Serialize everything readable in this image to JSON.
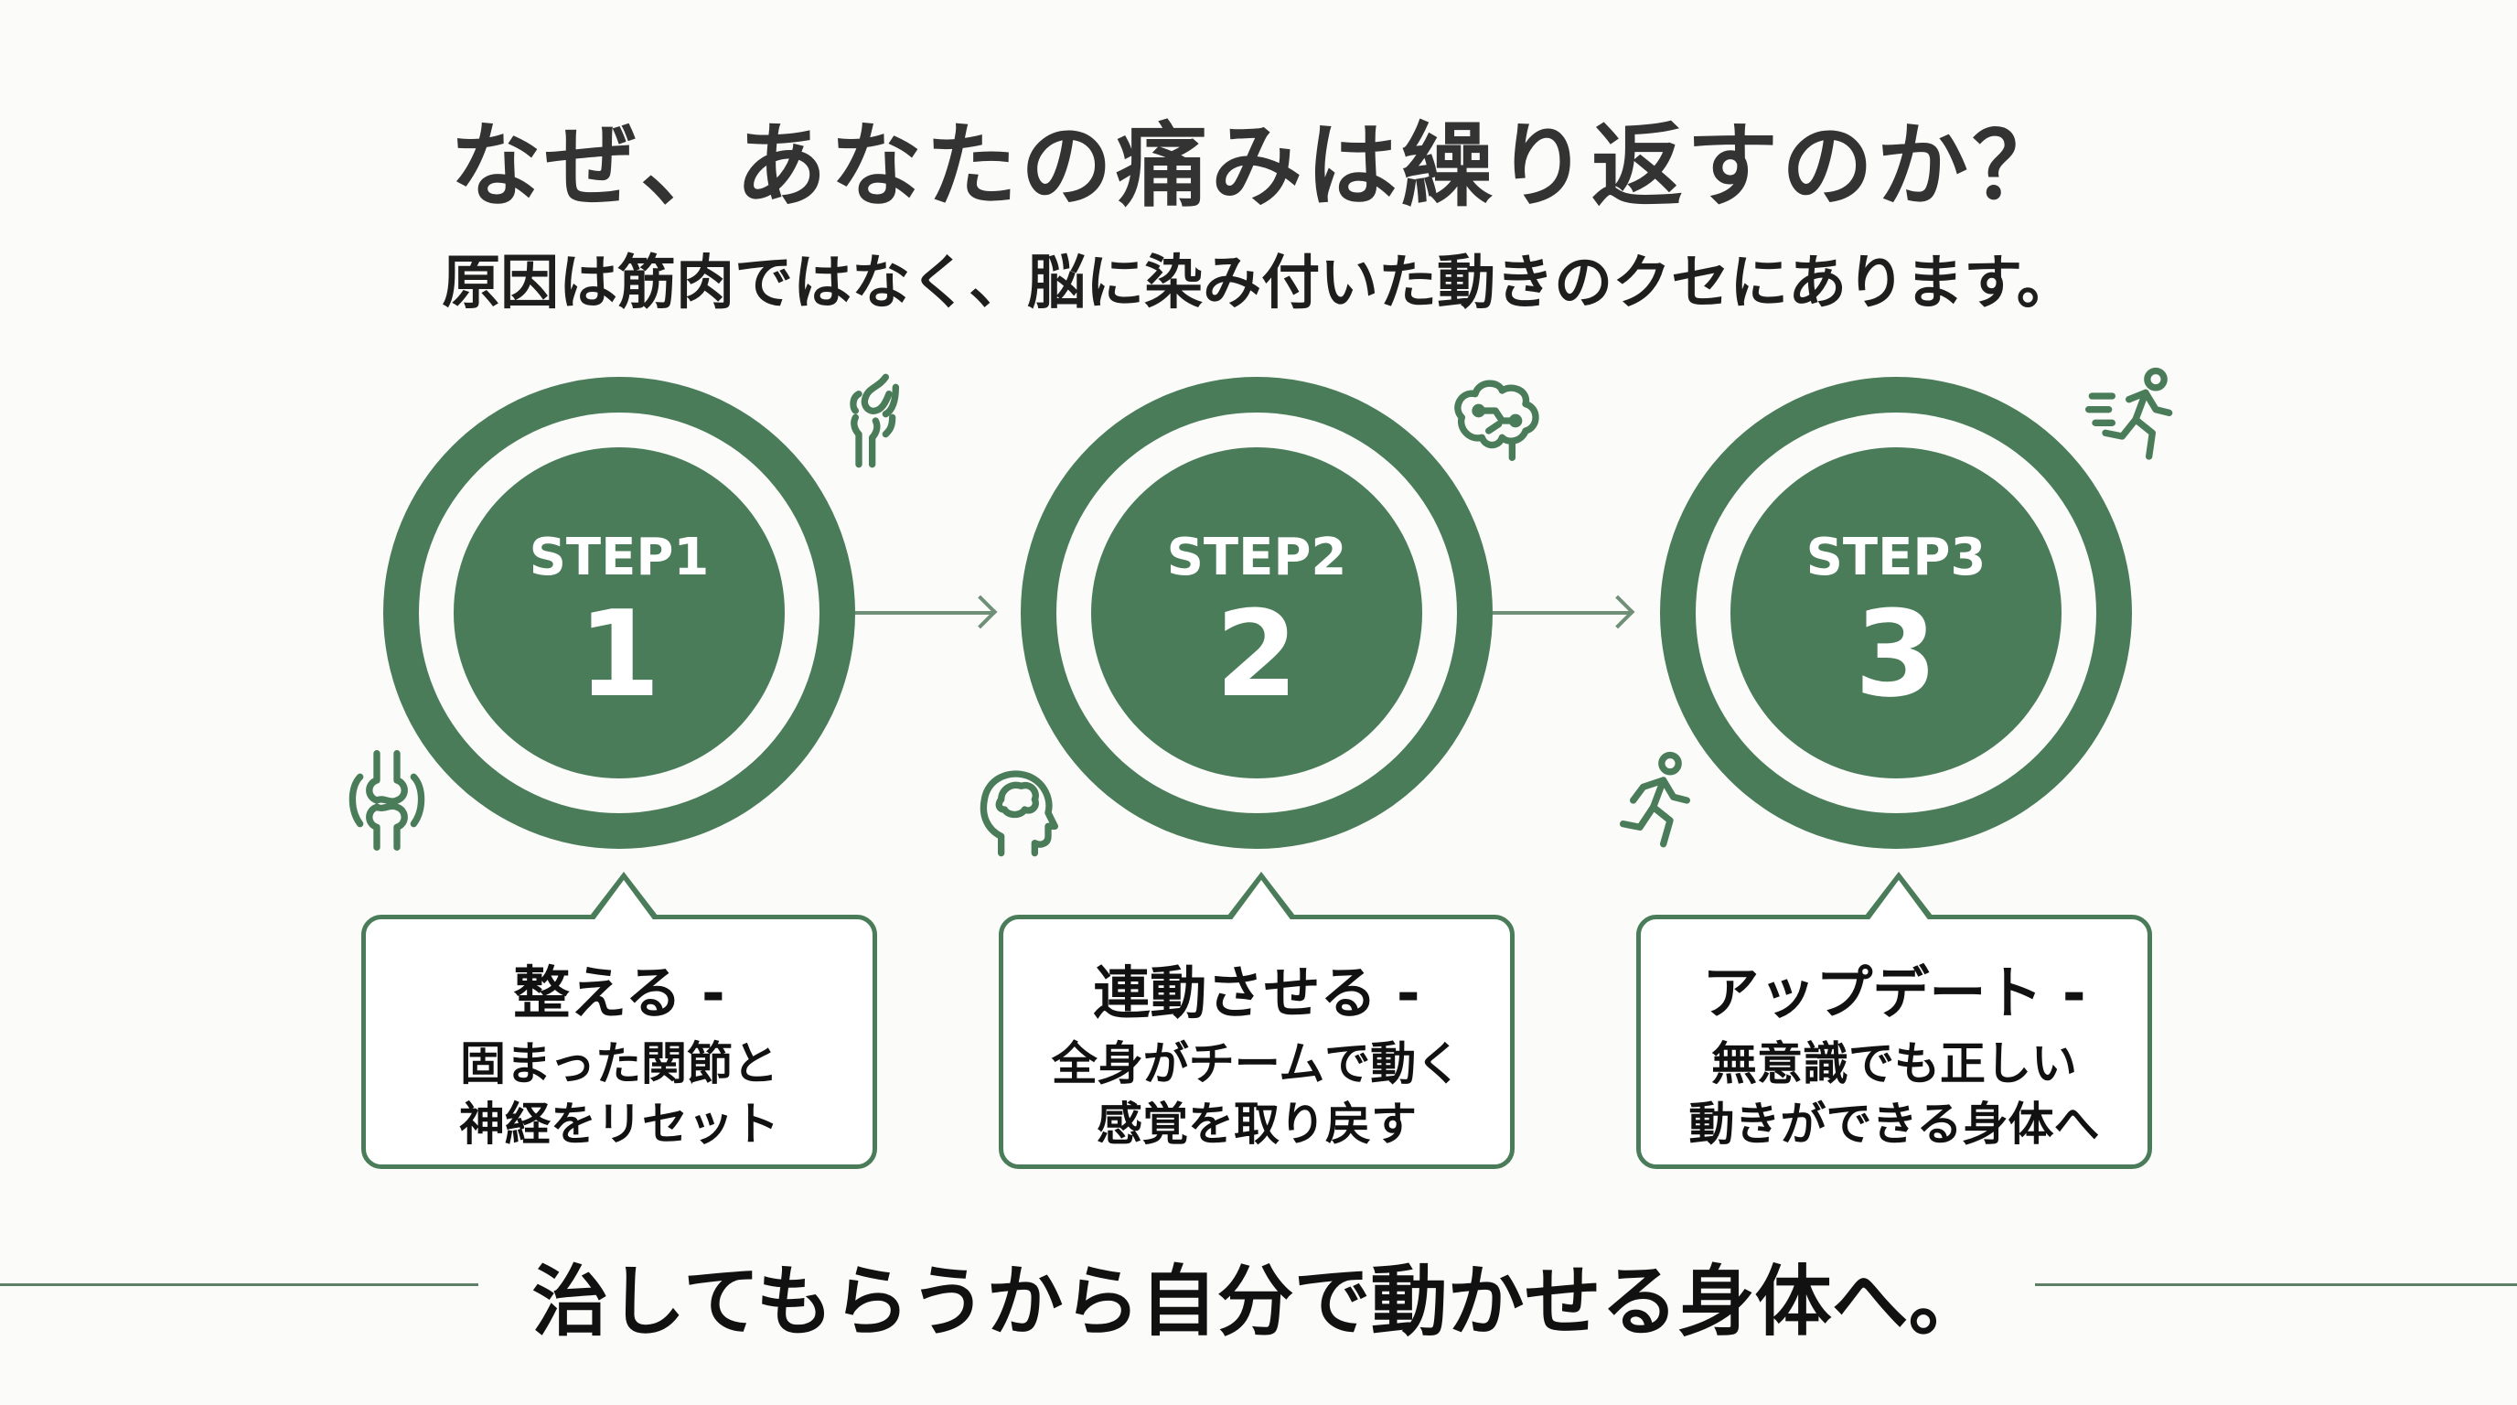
{
  "title": "なぜ、あなたの痛みは繰り返すのか？",
  "subtitle": "原因は筋肉ではなく、脳に染み付いた動きのクセにあります。",
  "steps": [
    {
      "label": "STEP1",
      "number": "1",
      "heading": "整える -",
      "lines": [
        "固まった関節と",
        "神経をリセット"
      ]
    },
    {
      "label": "STEP2",
      "number": "2",
      "heading": "連動させる -",
      "lines": [
        "全身がチームで動く",
        "感覚を取り戻す"
      ]
    },
    {
      "label": "STEP3",
      "number": "3",
      "heading": "アップデート -",
      "lines": [
        "無意識でも正しい",
        "動きができる身体へ"
      ]
    }
  ],
  "closing": "治してもらうから自分で動かせる身体へ。",
  "colors": {
    "accent": "#4a7c59",
    "background": "#fbfbf9"
  }
}
